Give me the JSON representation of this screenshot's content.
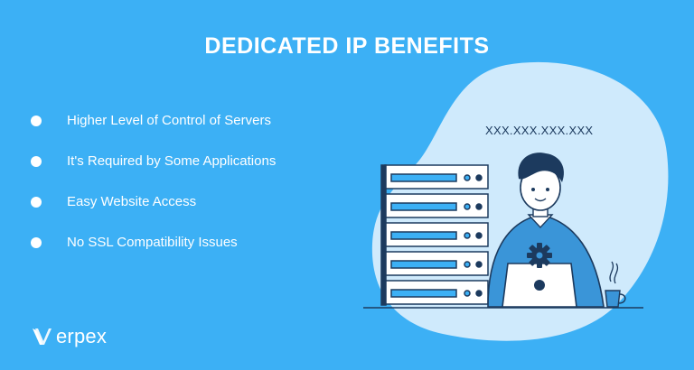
{
  "title": "DEDICATED IP BENEFITS",
  "benefits": [
    "Higher Level of Control of Servers",
    "It's Required by Some Applications",
    "Easy Website Access",
    "No SSL Compatibility Issues"
  ],
  "ip_address": "XXX.XXX.XXX.XXX",
  "brand": {
    "logo_text": "Verpex",
    "logo_word_rest": "erpex"
  },
  "colors": {
    "background": "#3cb0f5",
    "blob": "#cfeafc",
    "navy": "#1c3a5e",
    "server_face": "#ffffff",
    "server_slot": "#3cb0f5",
    "sweater": "#3a95d8"
  },
  "icons": [
    "bullet-dot",
    "server-rack",
    "gear-icon",
    "laptop",
    "coffee-mug",
    "person-illustration"
  ]
}
